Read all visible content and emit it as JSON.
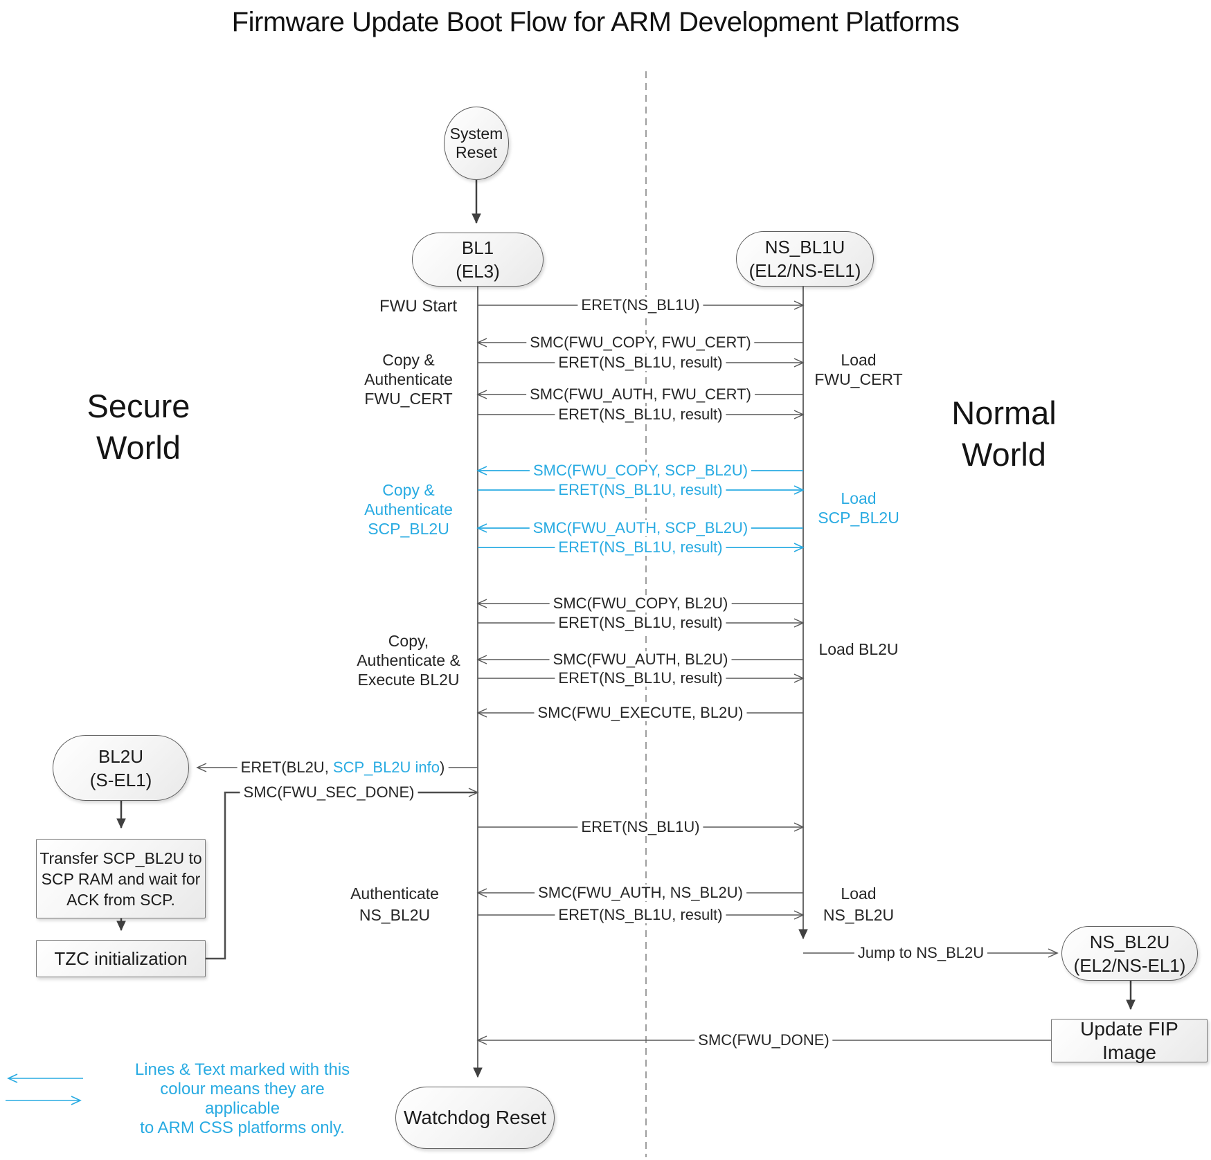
{
  "title": "Firmware Update Boot Flow for ARM Development Platforms",
  "colors": {
    "accent_cyan": "#29ABE2",
    "sequence_line": "#595959",
    "flow_line": "#404040",
    "divider": "#7f7f7f"
  },
  "worlds": {
    "secure": [
      "Secure",
      "World"
    ],
    "normal": [
      "Normal",
      "World"
    ]
  },
  "nodes": {
    "system_reset": [
      "System",
      "Reset"
    ],
    "bl1": [
      "BL1",
      "(EL3)"
    ],
    "ns_bl1u": [
      "NS_BL1U",
      "(EL2/NS-EL1)"
    ],
    "bl2u": [
      "BL2U",
      "(S-EL1)"
    ],
    "ns_bl2u": [
      "NS_BL2U",
      "(EL2/NS-EL1)"
    ],
    "transfer_scp": [
      "Transfer SCP_BL2U to",
      "SCP RAM and wait for",
      "ACK from SCP."
    ],
    "tzc": "TZC initialization",
    "update_fip": "Update FIP Image",
    "watchdog": "Watchdog Reset"
  },
  "messages": [
    "ERET(NS_BL1U)",
    "SMC(FWU_COPY, FWU_CERT)",
    "ERET(NS_BL1U, result)",
    "SMC(FWU_AUTH, FWU_CERT)",
    "ERET(NS_BL1U, result)",
    "SMC(FWU_COPY, SCP_BL2U)",
    "ERET(NS_BL1U, result)",
    "SMC(FWU_AUTH, SCP_BL2U)",
    "ERET(NS_BL1U, result)",
    "SMC(FWU_COPY, BL2U)",
    "ERET(NS_BL1U, result)",
    "SMC(FWU_AUTH, BL2U)",
    "ERET(NS_BL1U, result)",
    "SMC(FWU_EXECUTE, BL2U)",
    "SMC(FWU_SEC_DONE)",
    "ERET(NS_BL1U)",
    "SMC(FWU_AUTH, NS_BL2U)",
    "ERET(NS_BL1U, result)",
    "Jump to NS_BL2U",
    "SMC(FWU_DONE)"
  ],
  "mixed_label": {
    "prefix": "ERET(BL2U, ",
    "accent": "SCP_BL2U info",
    "suffix": ")"
  },
  "side_labels": {
    "fwu_start": "FWU Start",
    "copy_auth_fwu_cert": [
      "Copy &",
      "Authenticate",
      "FWU_CERT"
    ],
    "copy_auth_scp_bl2u": [
      "Copy &",
      "Authenticate",
      "SCP_BL2U"
    ],
    "copy_auth_exec_bl2u": [
      "Copy,",
      "Authenticate &",
      "Execute BL2U"
    ],
    "auth_ns_bl2u": [
      "Authenticate",
      "NS_BL2U"
    ],
    "load_fwu_cert": [
      "Load",
      "FWU_CERT"
    ],
    "load_scp_bl2u": [
      "Load",
      "SCP_BL2U"
    ],
    "load_bl2u": "Load BL2U",
    "load_ns_bl2u": [
      "Load",
      "NS_BL2U"
    ]
  },
  "legend": {
    "lines": [
      "Lines & Text marked with this",
      "colour means they are applicable",
      "to ARM CSS platforms only."
    ]
  }
}
